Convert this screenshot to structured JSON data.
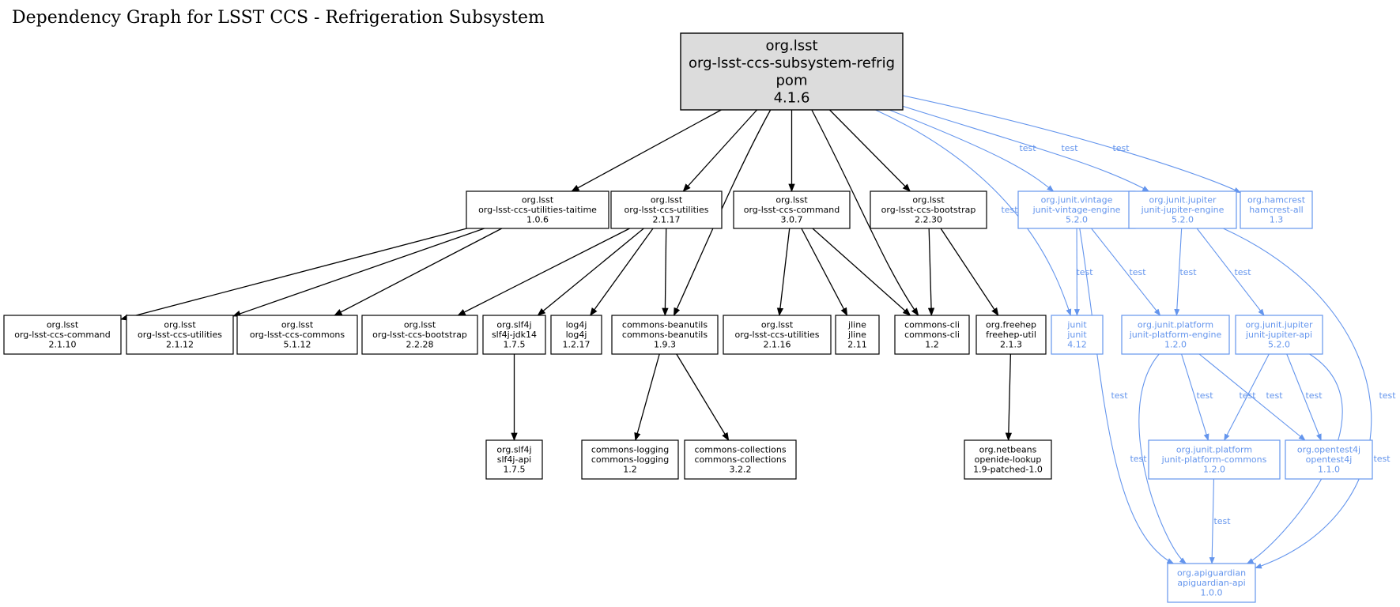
{
  "title": "Dependency Graph for LSST CCS - Refrigeration Subsystem",
  "colors": {
    "compile": "#000000",
    "test": "#6495ED",
    "root_fill": "#DCDCDC"
  },
  "edge_label_test": "test",
  "nodes": [
    {
      "id": "root",
      "lines": [
        "org.lsst",
        "org-lsst-ccs-subsystem-refrig",
        "pom",
        "4.1.6"
      ],
      "scope": "root"
    },
    {
      "id": "taitime",
      "lines": [
        "org.lsst",
        "org-lsst-ccs-utilities-taitime",
        "1.0.6"
      ],
      "scope": "compile"
    },
    {
      "id": "util2117",
      "lines": [
        "org.lsst",
        "org-lsst-ccs-utilities",
        "2.1.17"
      ],
      "scope": "compile"
    },
    {
      "id": "cmd307",
      "lines": [
        "org.lsst",
        "org-lsst-ccs-command",
        "3.0.7"
      ],
      "scope": "compile"
    },
    {
      "id": "boot2230",
      "lines": [
        "org.lsst",
        "org-lsst-ccs-bootstrap",
        "2.2.30"
      ],
      "scope": "compile"
    },
    {
      "id": "vintage",
      "lines": [
        "org.junit.vintage",
        "junit-vintage-engine",
        "5.2.0"
      ],
      "scope": "test"
    },
    {
      "id": "jupeng",
      "lines": [
        "org.junit.jupiter",
        "junit-jupiter-engine",
        "5.2.0"
      ],
      "scope": "test"
    },
    {
      "id": "hamcrest",
      "lines": [
        "org.hamcrest",
        "hamcrest-all",
        "1.3"
      ],
      "scope": "test"
    },
    {
      "id": "cmd2110",
      "lines": [
        "org.lsst",
        "org-lsst-ccs-command",
        "2.1.10"
      ],
      "scope": "compile"
    },
    {
      "id": "util2112",
      "lines": [
        "org.lsst",
        "org-lsst-ccs-utilities",
        "2.1.12"
      ],
      "scope": "compile"
    },
    {
      "id": "commons5112",
      "lines": [
        "org.lsst",
        "org-lsst-ccs-commons",
        "5.1.12"
      ],
      "scope": "compile"
    },
    {
      "id": "boot2228",
      "lines": [
        "org.lsst",
        "org-lsst-ccs-bootstrap",
        "2.2.28"
      ],
      "scope": "compile"
    },
    {
      "id": "slf4jjdk",
      "lines": [
        "org.slf4j",
        "slf4j-jdk14",
        "1.7.5"
      ],
      "scope": "compile"
    },
    {
      "id": "log4j",
      "lines": [
        "log4j",
        "log4j",
        "1.2.17"
      ],
      "scope": "compile"
    },
    {
      "id": "beanutils",
      "lines": [
        "commons-beanutils",
        "commons-beanutils",
        "1.9.3"
      ],
      "scope": "compile"
    },
    {
      "id": "util2116",
      "lines": [
        "org.lsst",
        "org-lsst-ccs-utilities",
        "2.1.16"
      ],
      "scope": "compile"
    },
    {
      "id": "jline",
      "lines": [
        "jline",
        "jline",
        "2.11"
      ],
      "scope": "compile"
    },
    {
      "id": "cli",
      "lines": [
        "commons-cli",
        "commons-cli",
        "1.2"
      ],
      "scope": "compile"
    },
    {
      "id": "freehep",
      "lines": [
        "org.freehep",
        "freehep-util",
        "2.1.3"
      ],
      "scope": "compile"
    },
    {
      "id": "junit",
      "lines": [
        "junit",
        "junit",
        "4.12"
      ],
      "scope": "test"
    },
    {
      "id": "platEngine",
      "lines": [
        "org.junit.platform",
        "junit-platform-engine",
        "1.2.0"
      ],
      "scope": "test"
    },
    {
      "id": "jupApi",
      "lines": [
        "org.junit.jupiter",
        "junit-jupiter-api",
        "5.2.0"
      ],
      "scope": "test"
    },
    {
      "id": "slf4japi",
      "lines": [
        "org.slf4j",
        "slf4j-api",
        "1.7.5"
      ],
      "scope": "compile"
    },
    {
      "id": "logging",
      "lines": [
        "commons-logging",
        "commons-logging",
        "1.2"
      ],
      "scope": "compile"
    },
    {
      "id": "collections",
      "lines": [
        "commons-collections",
        "commons-collections",
        "3.2.2"
      ],
      "scope": "compile"
    },
    {
      "id": "openide",
      "lines": [
        "org.netbeans",
        "openide-lookup",
        "1.9-patched-1.0"
      ],
      "scope": "compile"
    },
    {
      "id": "platCommons",
      "lines": [
        "org.junit.platform",
        "junit-platform-commons",
        "1.2.0"
      ],
      "scope": "test"
    },
    {
      "id": "opentest",
      "lines": [
        "org.opentest4j",
        "opentest4j",
        "1.1.0"
      ],
      "scope": "test"
    },
    {
      "id": "apiguardian",
      "lines": [
        "org.apiguardian",
        "apiguardian-api",
        "1.0.0"
      ],
      "scope": "test"
    }
  ],
  "edges": [
    {
      "from": "root",
      "to": "taitime",
      "scope": "compile"
    },
    {
      "from": "root",
      "to": "util2117",
      "scope": "compile"
    },
    {
      "from": "root",
      "to": "beanutils",
      "scope": "compile"
    },
    {
      "from": "root",
      "to": "cmd307",
      "scope": "compile"
    },
    {
      "from": "root",
      "to": "cli",
      "scope": "compile"
    },
    {
      "from": "root",
      "to": "boot2230",
      "scope": "compile"
    },
    {
      "from": "root",
      "to": "junit",
      "scope": "test"
    },
    {
      "from": "root",
      "to": "vintage",
      "scope": "test"
    },
    {
      "from": "root",
      "to": "jupeng",
      "scope": "test"
    },
    {
      "from": "root",
      "to": "hamcrest",
      "scope": "test"
    },
    {
      "from": "taitime",
      "to": "cmd2110",
      "scope": "compile"
    },
    {
      "from": "taitime",
      "to": "util2112",
      "scope": "compile"
    },
    {
      "from": "taitime",
      "to": "commons5112",
      "scope": "compile"
    },
    {
      "from": "util2117",
      "to": "boot2228",
      "scope": "compile"
    },
    {
      "from": "util2117",
      "to": "slf4jjdk",
      "scope": "compile"
    },
    {
      "from": "util2117",
      "to": "log4j",
      "scope": "compile"
    },
    {
      "from": "util2117",
      "to": "beanutils",
      "scope": "compile"
    },
    {
      "from": "cmd307",
      "to": "util2116",
      "scope": "compile"
    },
    {
      "from": "cmd307",
      "to": "jline",
      "scope": "compile"
    },
    {
      "from": "cmd307",
      "to": "cli",
      "scope": "compile"
    },
    {
      "from": "boot2230",
      "to": "cli",
      "scope": "compile"
    },
    {
      "from": "boot2230",
      "to": "freehep",
      "scope": "compile"
    },
    {
      "from": "slf4jjdk",
      "to": "slf4japi",
      "scope": "compile"
    },
    {
      "from": "beanutils",
      "to": "logging",
      "scope": "compile"
    },
    {
      "from": "beanutils",
      "to": "collections",
      "scope": "compile"
    },
    {
      "from": "freehep",
      "to": "openide",
      "scope": "compile"
    },
    {
      "from": "vintage",
      "to": "junit",
      "scope": "test"
    },
    {
      "from": "vintage",
      "to": "platEngine",
      "scope": "test"
    },
    {
      "from": "vintage",
      "to": "apiguardian",
      "scope": "test"
    },
    {
      "from": "jupeng",
      "to": "platEngine",
      "scope": "test"
    },
    {
      "from": "jupeng",
      "to": "jupApi",
      "scope": "test"
    },
    {
      "from": "jupeng",
      "to": "apiguardian",
      "scope": "test"
    },
    {
      "from": "platEngine",
      "to": "platCommons",
      "scope": "test"
    },
    {
      "from": "platEngine",
      "to": "opentest",
      "scope": "test"
    },
    {
      "from": "platEngine",
      "to": "apiguardian",
      "scope": "test"
    },
    {
      "from": "jupApi",
      "to": "platCommons",
      "scope": "test"
    },
    {
      "from": "jupApi",
      "to": "opentest",
      "scope": "test"
    },
    {
      "from": "jupApi",
      "to": "apiguardian",
      "scope": "test"
    },
    {
      "from": "platCommons",
      "to": "apiguardian",
      "scope": "test"
    }
  ]
}
